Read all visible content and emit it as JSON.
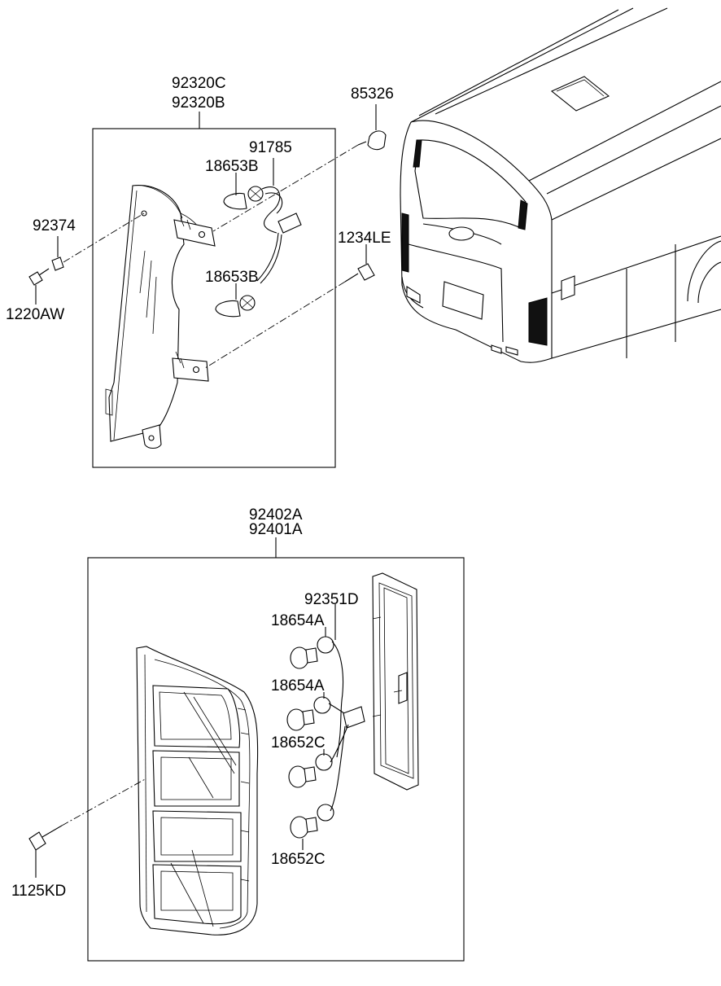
{
  "upper_group": {
    "assembly_label_1": "92320C",
    "assembly_label_2": "92320B",
    "socket_label": "91785",
    "bulb_label_top": "18653B",
    "bulb_label_bottom": "18653B",
    "clip_label": "92374",
    "screw_label": "1220AW",
    "grommet_label": "85326",
    "bolt_label": "1234LE"
  },
  "lower_group": {
    "assembly_label_1": "92402A",
    "assembly_label_2": "92401A",
    "socket_label": "92351D",
    "bulb_label_1": "18654A",
    "bulb_label_2": "18654A",
    "bulb_label_3": "18652C",
    "bulb_label_4": "18652C",
    "screw_label": "1125KD"
  }
}
